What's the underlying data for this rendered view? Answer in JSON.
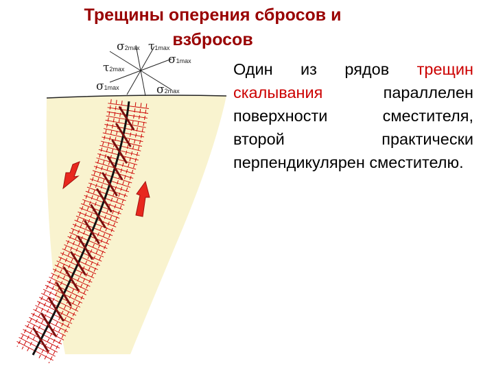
{
  "title": "Трещины оперения сбросов и взбросов",
  "body_text": {
    "part1": "Один из рядов ",
    "part2_red": "трещин скалывания",
    "part3": " параллелен поверхности сместителя, второй практически перпендикулярен сместителю."
  },
  "stress_labels": {
    "sigma2_top": {
      "symbol": "σ",
      "sub": "2max"
    },
    "tau1_top": {
      "symbol": "τ",
      "sub": "1max"
    },
    "sigma1_right": {
      "symbol": "σ",
      "sub": "1max"
    },
    "tau2_left": {
      "symbol": "τ",
      "sub": "2max"
    },
    "sigma1_left": {
      "symbol": "σ",
      "sub": "1max"
    },
    "sigma2_right": {
      "symbol": "σ",
      "sub": "2max"
    }
  },
  "colors": {
    "title": "#990000",
    "highlight": "#cc0000",
    "rock_fill": "#f9f3cf",
    "fracture_red": "#cc0000",
    "fault_line": "#111111",
    "arrow_fill": "#e8281e"
  }
}
